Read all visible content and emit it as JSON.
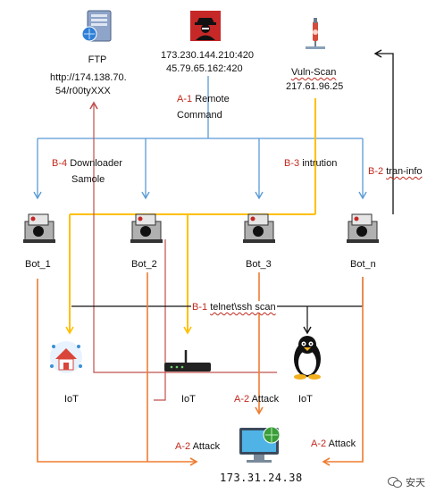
{
  "nodes": {
    "ftp": {
      "title": "FTP",
      "url_line1": "http://174.138.70.",
      "url_line2": "54/r00tyXXX",
      "icon": "ftp-server-icon"
    },
    "c2": {
      "ip1": "173.230.144.210:420",
      "ip2": "45.79.65.162:420",
      "icon": "hacker-icon"
    },
    "vuln_scan": {
      "title": "Vuln-Scan",
      "ip": "217.61.96.25",
      "icon": "vuln-scanner-icon"
    },
    "bots": [
      {
        "label": "Bot_1",
        "icon": "bot-machine-icon"
      },
      {
        "label": "Bot_2",
        "icon": "bot-machine-icon"
      },
      {
        "label": "Bot_3",
        "icon": "bot-machine-icon"
      },
      {
        "label": "Bot_n",
        "icon": "bot-machine-icon"
      }
    ],
    "iot": [
      {
        "label": "IoT",
        "icon": "smart-home-icon"
      },
      {
        "label": "IoT",
        "icon": "router-icon"
      },
      {
        "label": "IoT",
        "icon": "linux-penguin-icon"
      }
    ],
    "target": {
      "ip": "173.31.24.38",
      "icon": "target-computer-icon"
    }
  },
  "steps": {
    "a1": {
      "code": "A-1",
      "text": "Remote",
      "text2": "Command"
    },
    "b4": {
      "code": "B-4",
      "text": "Downloader",
      "text2": "Samole"
    },
    "b3": {
      "code": "B-3",
      "text": "intrution"
    },
    "b2": {
      "code": "B-2",
      "text": "tran-info"
    },
    "b1": {
      "code": "B-1",
      "text": "telnet\\ssh scan"
    },
    "a2_center": {
      "code": "A-2",
      "text": "Attack"
    },
    "a2_left": {
      "code": "A-2",
      "text": "Attack"
    },
    "a2_right": {
      "code": "A-2",
      "text": "Attack"
    }
  },
  "colors": {
    "command_blue": "#5b9bd5",
    "intrusion_yellow": "#ffc000",
    "attack_orange": "#ed7d31",
    "download_red": "#c0504d",
    "scan_black": "#111111",
    "step_red": "#c0281c"
  },
  "watermark": {
    "text": "安天",
    "icon": "wechat-icon"
  }
}
